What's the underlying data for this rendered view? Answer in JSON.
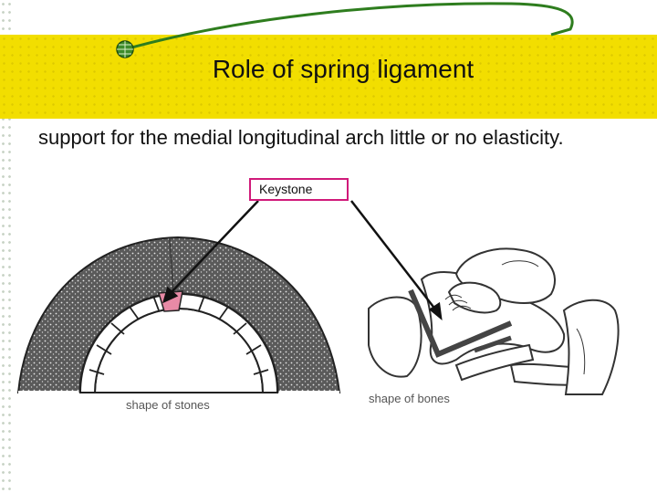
{
  "slide": {
    "title": "Role of spring ligament",
    "subtitle": "support for the medial longitudinal arch little or no elasticity.",
    "keystone_label": "Keystone",
    "caption_left": "shape of stones",
    "caption_right": "shape of bones"
  },
  "colors": {
    "title_band": "#f2de00",
    "deco_line": "#2e7d1e",
    "keystone_border": "#d01a7a",
    "keystone_fill": "#e88aa6"
  }
}
